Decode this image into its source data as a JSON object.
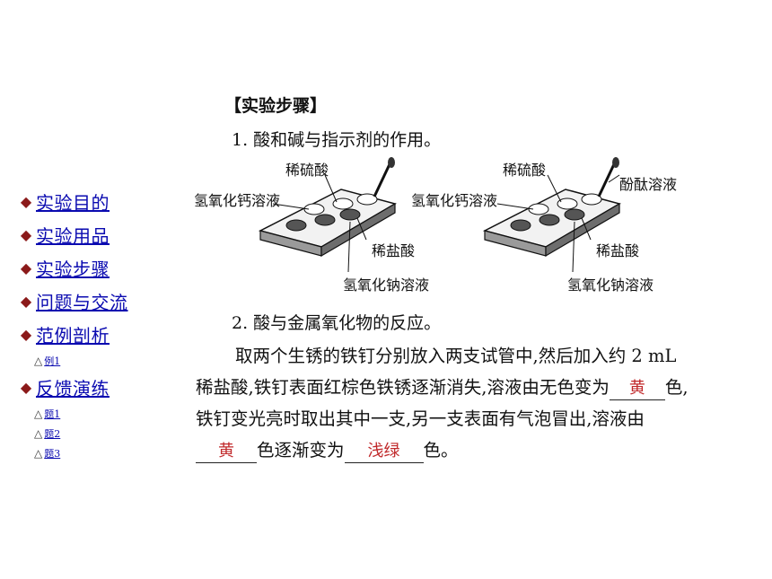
{
  "nav": {
    "items": [
      {
        "label": "实验目的"
      },
      {
        "label": "实验用品"
      },
      {
        "label": "实验步骤"
      },
      {
        "label": "问题与交流"
      },
      {
        "label": "范例剖析",
        "subs": [
          {
            "label": "例1"
          }
        ]
      },
      {
        "label": "反馈演练",
        "subs": [
          {
            "label": "题1"
          },
          {
            "label": "题2"
          },
          {
            "label": "题3"
          }
        ]
      }
    ],
    "sub_marker": "△"
  },
  "content": {
    "heading": "【实验步骤】",
    "step1": "1. 酸和碱与指示剂的作用。",
    "figure": {
      "left": {
        "top_label": "稀硫酸",
        "left_label": "氢氧化钙溶液",
        "right_label": "稀盐酸",
        "bottom_label": "氢氧化钠溶液"
      },
      "right": {
        "top_label": "稀硫酸",
        "dropper_label": "酚酞溶液",
        "left_label": "氢氧化钙溶液",
        "right_label": "稀盐酸",
        "bottom_label": "氢氧化钠溶液"
      }
    },
    "step2": "2. 酸与金属氧化物的反应。",
    "para": {
      "p1": "取两个生锈的铁钉分别放入两支试管中,然后加入约 2 mL 稀盐酸,铁钉表面红棕色铁锈逐渐消失,溶液由无色变为",
      "answer1": "黄",
      "p2": "色,铁钉变光亮时取出其中一支,另一支表面有气泡冒出,溶液由",
      "answer2": "黄",
      "p3": "色逐渐变为",
      "answer3": "浅绿",
      "p4": "色。"
    }
  }
}
